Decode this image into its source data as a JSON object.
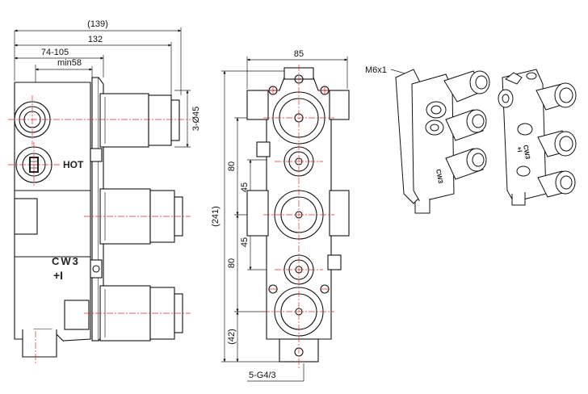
{
  "side_view": {
    "dim_overall": "(139)",
    "dim_length": "132",
    "dim_range": "74-105",
    "dim_min": "min58",
    "dim_bore": "3-Ø45",
    "label_hot": "HOT",
    "label_cw3": "CW3",
    "label_plus_minus": "+I"
  },
  "front_view": {
    "dim_width": "85",
    "dim_height": "(241)",
    "dim_spacing_top": "80",
    "dim_spacing_mid_top": "45",
    "dim_spacing_mid_bottom": "45",
    "dim_spacing_bottom": "80",
    "dim_bottom": "(42)",
    "dim_thread": "5-G4/3"
  },
  "iso_view": {
    "screw_label": "M6x1",
    "body_label_a": "CW3",
    "body_label_b": "+I"
  }
}
